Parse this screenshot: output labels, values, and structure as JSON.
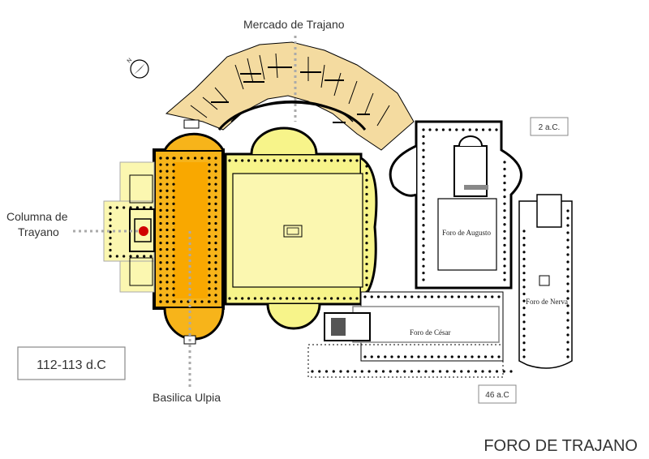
{
  "labels": {
    "mercado": "Mercado de Trajano",
    "columna_line1": "Columna de",
    "columna_line2": "Trayano",
    "basilica": "Basilica Ulpia",
    "foro_augusto": "Foro de Augusto",
    "foro_nerva": "Foro de Nerva",
    "foro_cesar": "Foro de César"
  },
  "date_boxes": {
    "trajan": "112-113 d.C",
    "augustus": "2 a.C.",
    "caesar": "46 a.C"
  },
  "title": "FORO DE TRAJANO",
  "colors": {
    "market": "#f4dba0",
    "forum_square": "#f7f48a",
    "courtyard": "#fbf7b0",
    "basilica": "#f7b41a",
    "basilica_nave": "#f9a800",
    "columna_marker": "#d00000",
    "wall": "#000000",
    "leader": "#aaaaaa"
  },
  "icons": {
    "north": "north-arrow-icon"
  }
}
